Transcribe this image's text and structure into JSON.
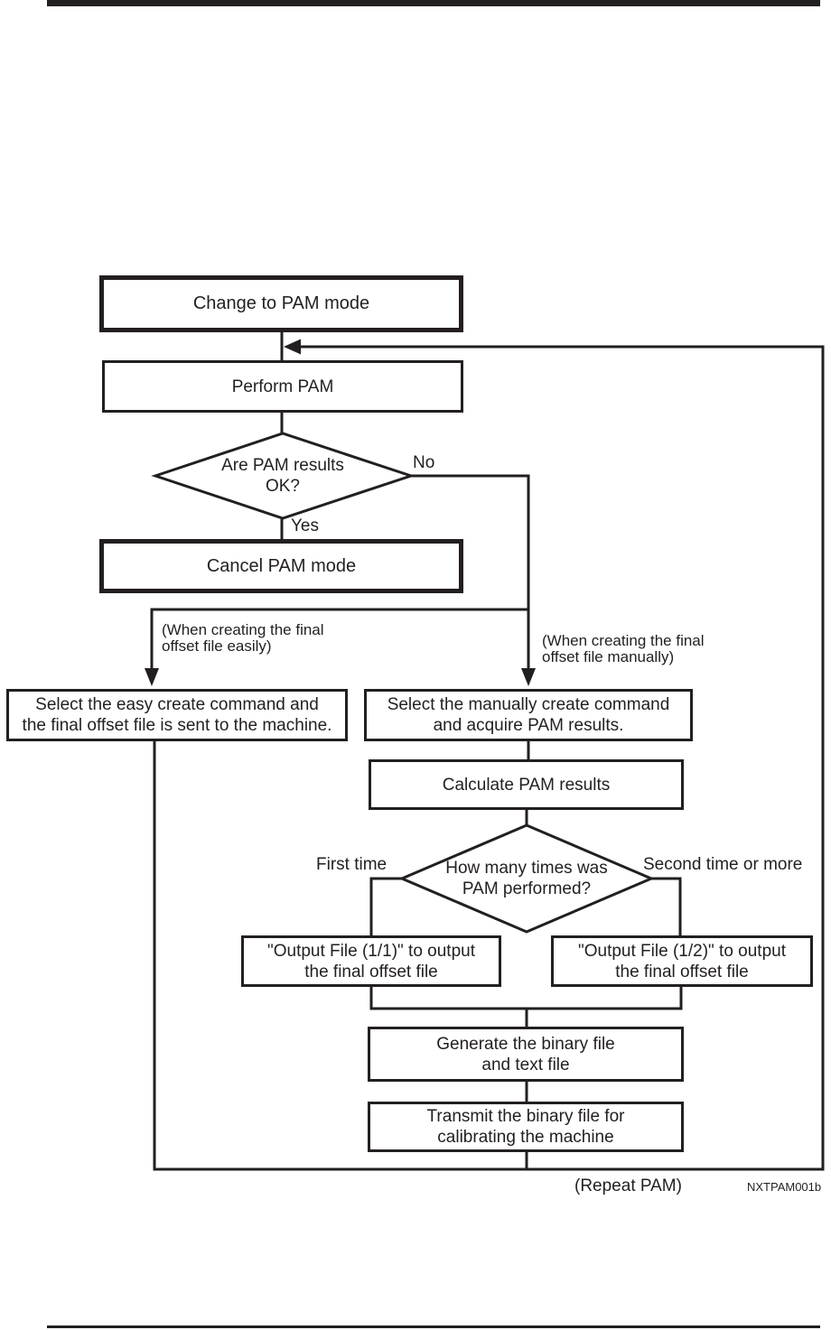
{
  "diagram": {
    "nodes": {
      "change_mode": {
        "label": "Change to PAM mode"
      },
      "perform_pam": {
        "label": "Perform PAM"
      },
      "results_ok": {
        "lines": [
          "Are PAM results",
          "OK?"
        ]
      },
      "cancel_mode": {
        "label": "Cancel PAM mode"
      },
      "easy_create": {
        "lines": [
          "Select the easy create command and",
          "the final offset file is sent to the machine."
        ]
      },
      "manual_create": {
        "lines": [
          "Select the manually create command",
          "and acquire PAM results."
        ]
      },
      "calculate": {
        "label": "Calculate PAM results"
      },
      "how_many": {
        "lines": [
          "How many times was",
          "PAM performed?"
        ]
      },
      "output_11": {
        "lines": [
          "\"Output File (1/1)\" to output",
          "the final offset file"
        ]
      },
      "output_12": {
        "lines": [
          "\"Output File (1/2)\" to output",
          "the final offset file"
        ]
      },
      "generate": {
        "lines": [
          "Generate the binary file",
          "and text file"
        ]
      },
      "transmit": {
        "lines": [
          "Transmit the binary file for",
          "calibrating the machine"
        ]
      }
    },
    "branch_labels": {
      "yes": "Yes",
      "no": "No",
      "first_time": "First time",
      "second_time": "Second time or more"
    },
    "annotations": {
      "easy": [
        "(When creating the final",
        " offset file easily)"
      ],
      "manual": [
        "(When creating the final",
        " offset file manually)"
      ]
    },
    "footer": {
      "repeat_label": "(Repeat PAM)",
      "figure_code": "NXTPAM001b"
    },
    "colors": {
      "ink": "#231f20",
      "background": "#ffffff"
    }
  }
}
